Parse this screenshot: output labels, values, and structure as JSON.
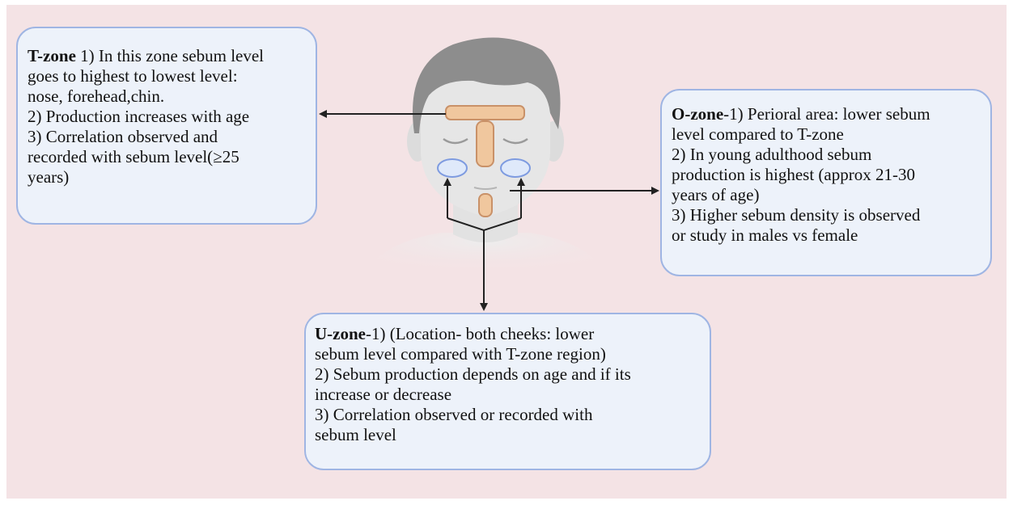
{
  "colors": {
    "background": "#f4e3e5",
    "box_fill": "#edf2fa",
    "box_border": "#9fb5e3",
    "t_zone": "#f0c79e",
    "u_zone": "#dfe9fa",
    "skin": "#e4e4e4",
    "hair": "#8c8c8c",
    "arrow": "#222222"
  },
  "t_zone": {
    "title": "T-zone",
    "line1": " 1) In this zone sebum level",
    "line2": "goes to highest to lowest level:",
    "line3": "nose, forehead,chin.",
    "line4": "2) Production increases with age",
    "line5": "3) Correlation observed and",
    "line6": "recorded with sebum level(≥25",
    "line7": "years)"
  },
  "o_zone": {
    "title": "O-zone",
    "line1": "-1) Perioral area: lower sebum",
    "line2": "level compared to T-zone",
    "line3": "2) In young adulthood sebum",
    "line4": "production is highest (approx 21-30",
    "line5": "years of age)",
    "line6": "3) Higher sebum density is observed",
    "line7": "or study in males vs female"
  },
  "u_zone": {
    "title": "U-zone",
    "line1": "-1) (Location- both cheeks: lower",
    "line2": "sebum level compared with T-zone region)",
    "line3": "2) Sebum production depends on age and if its",
    "line4": "increase or decrease",
    "line5": "3) Correlation observed or recorded with",
    "line6": "sebum level"
  }
}
